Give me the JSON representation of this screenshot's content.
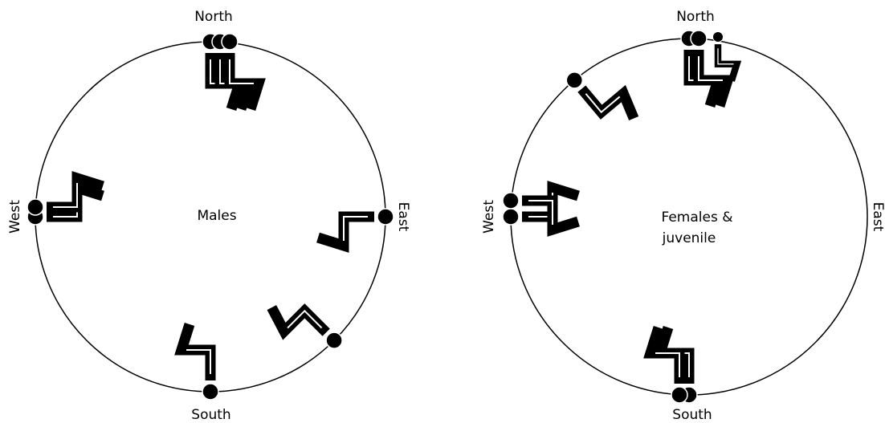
{
  "diagrams": [
    {
      "id": "males",
      "center_text": [
        "Males"
      ],
      "compass": {
        "north": "North",
        "south": "South",
        "east": "East",
        "west": "West"
      },
      "figures": [
        {
          "angle": -90,
          "count": 3,
          "stack": "shift"
        },
        {
          "angle": 180,
          "count": 2,
          "stack": "shift"
        },
        {
          "angle": 0,
          "count": 1,
          "stack": "single"
        },
        {
          "angle": 45,
          "count": 1,
          "stack": "single"
        },
        {
          "angle": 90,
          "count": 1,
          "stack": "single"
        }
      ]
    },
    {
      "id": "females-juvenile",
      "center_text": [
        "Females &",
        "juvenile"
      ],
      "compass": {
        "north": "North",
        "south": "South",
        "east": "East",
        "west": "West"
      },
      "figures": [
        {
          "angle": -90,
          "count": 2,
          "stack": "shift",
          "juvenile": true
        },
        {
          "angle": -130,
          "count": 1,
          "stack": "single"
        },
        {
          "angle": 180,
          "count": 2,
          "stack": "cross"
        },
        {
          "angle": 90,
          "count": 2,
          "stack": "shift"
        }
      ]
    }
  ]
}
